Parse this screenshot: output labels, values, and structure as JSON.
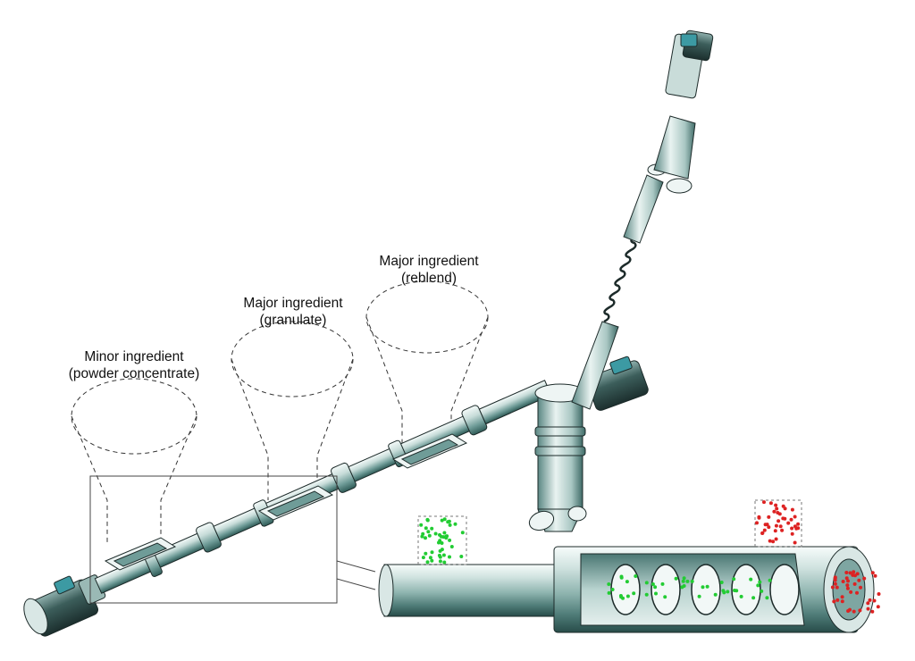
{
  "labels": {
    "minor_ingredient": {
      "line1": "Minor ingredient",
      "line2": "(powder concentrate)"
    },
    "major_granulate": {
      "line1": "Major ingredient",
      "line2": "(granulate)"
    },
    "major_reblend": {
      "line1": "Major ingredient",
      "line2": "(reblend)"
    }
  },
  "colors": {
    "metal_light": "#e6f0ee",
    "metal_mid": "#b3cfcb",
    "metal_dark": "#4f7f7b",
    "motor_teal": "#3c9aa3",
    "outline": "#1d2b2a",
    "particle_green": "#22cc33",
    "particle_red": "#dd2222"
  }
}
